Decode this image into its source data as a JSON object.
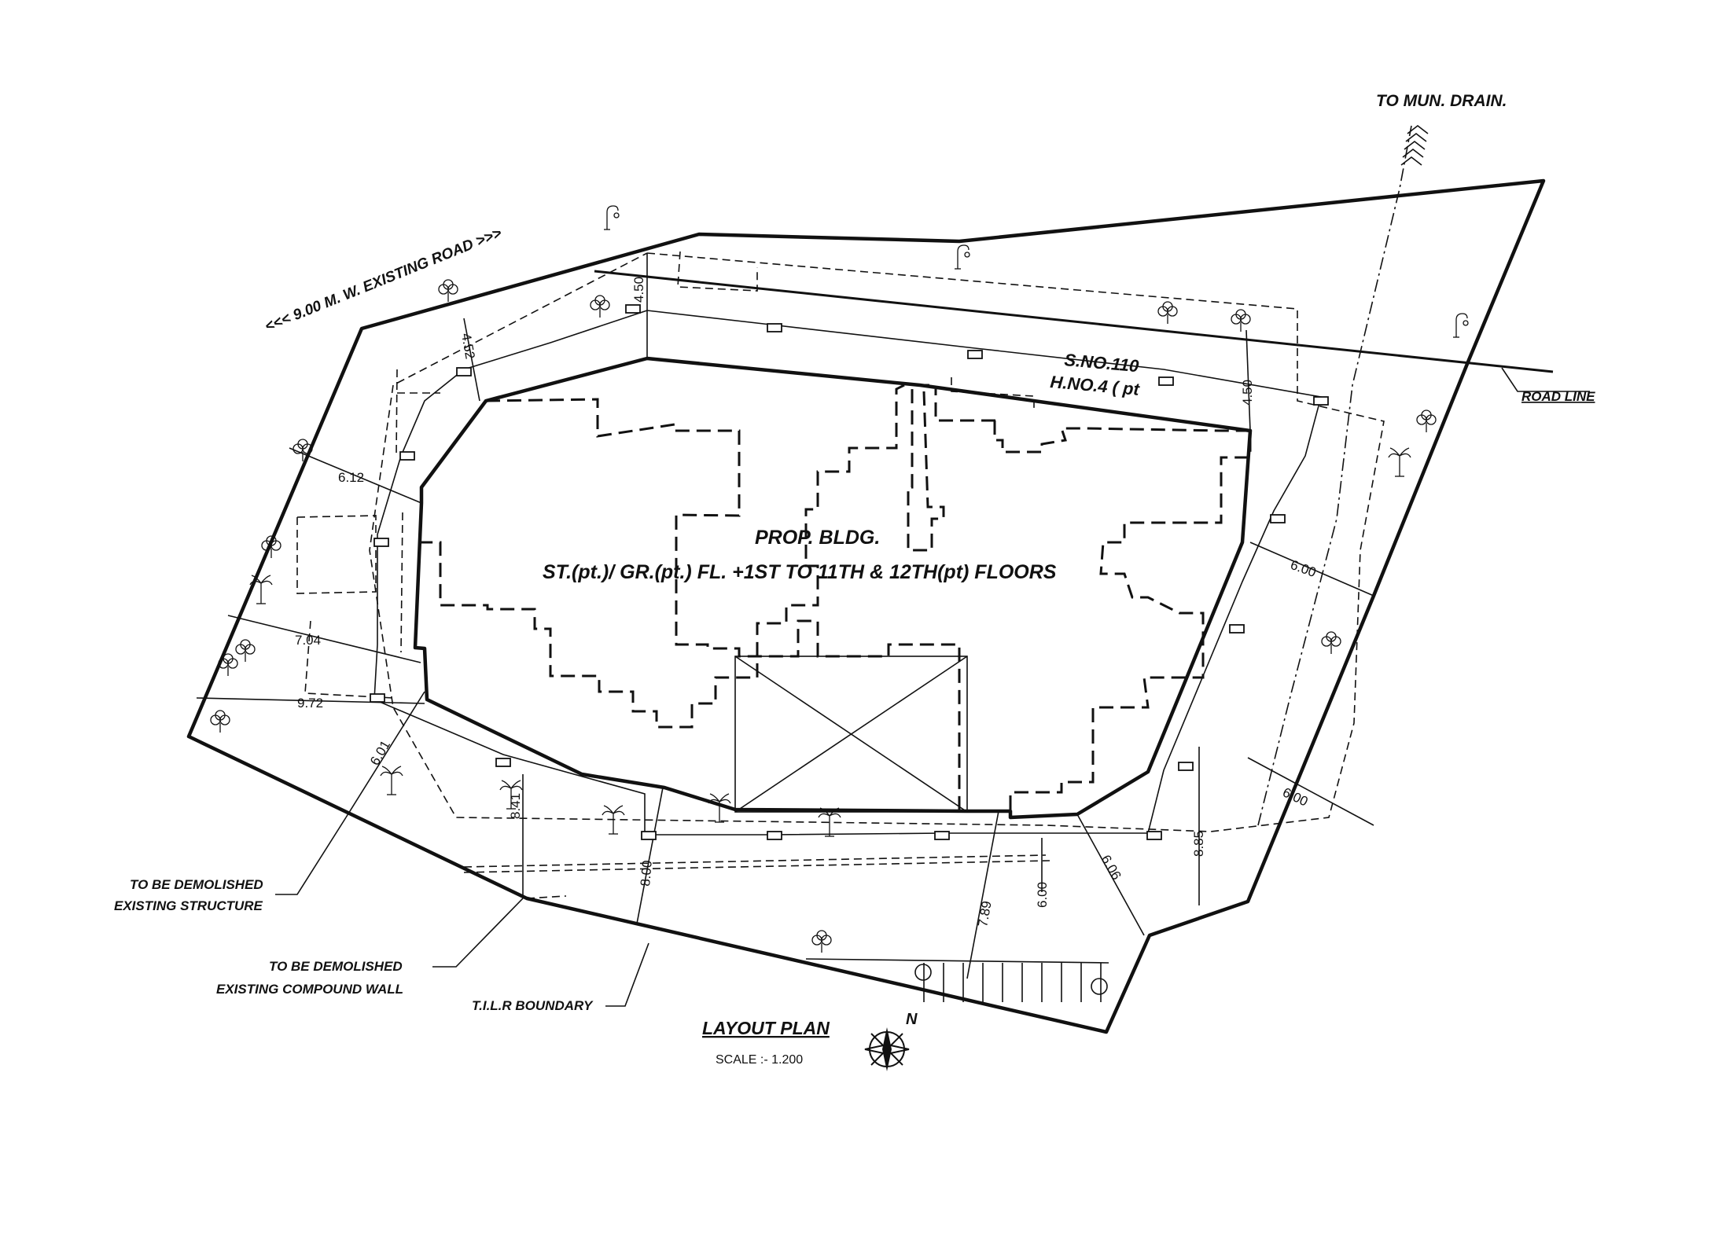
{
  "labels": {
    "existing_road": "<<< 9.00  M. W.  EXISTING ROAD  >>>",
    "to_mun_drain": "TO MUN. DRAIN.",
    "road_line": "ROAD LINE",
    "survey_no": "S.NO.110",
    "house_no": "H.NO.4 ( pt",
    "building_name": "PROP. BLDG.",
    "building_floors": "ST.(pt.)/ GR.(pt.) FL.  +1ST TO 11TH & 12TH(pt) FLOORS",
    "demolish_structure_1": "TO BE DEMOLISHED",
    "demolish_structure_2": "EXISTING STRUCTURE",
    "demolish_wall_1": "TO BE DEMOLISHED",
    "demolish_wall_2": "EXISTING COMPOUND WALL",
    "tilr_boundary": "T.I.L.R BOUNDARY",
    "layout_title": "LAYOUT PLAN",
    "scale": "SCALE :- 1.200",
    "north": "N"
  },
  "dimensions": {
    "d_4_52": "4.52",
    "d_4_50_top": "4.50",
    "d_4_50_right": "4.50",
    "d_6_12": "6.12",
    "d_7_04": "7.04",
    "d_9_72": "9.72",
    "d_6_01": "6.01",
    "d_8_41": "8.41",
    "d_8_00": "8.00",
    "d_7_89": "7.89",
    "d_6_00_bottom": "6.00",
    "d_6_06": "6.06",
    "d_8_85": "8.85",
    "d_6_00_right_upper": "6.00",
    "d_6_00_right_lower": "6.00"
  },
  "icons": {
    "tree": "tree-icon",
    "palm": "palm-icon",
    "street_light": "street-light-icon",
    "inspection_chamber": "chamber-icon",
    "parking": "parking-icon",
    "north_arrow": "north-arrow-icon"
  }
}
